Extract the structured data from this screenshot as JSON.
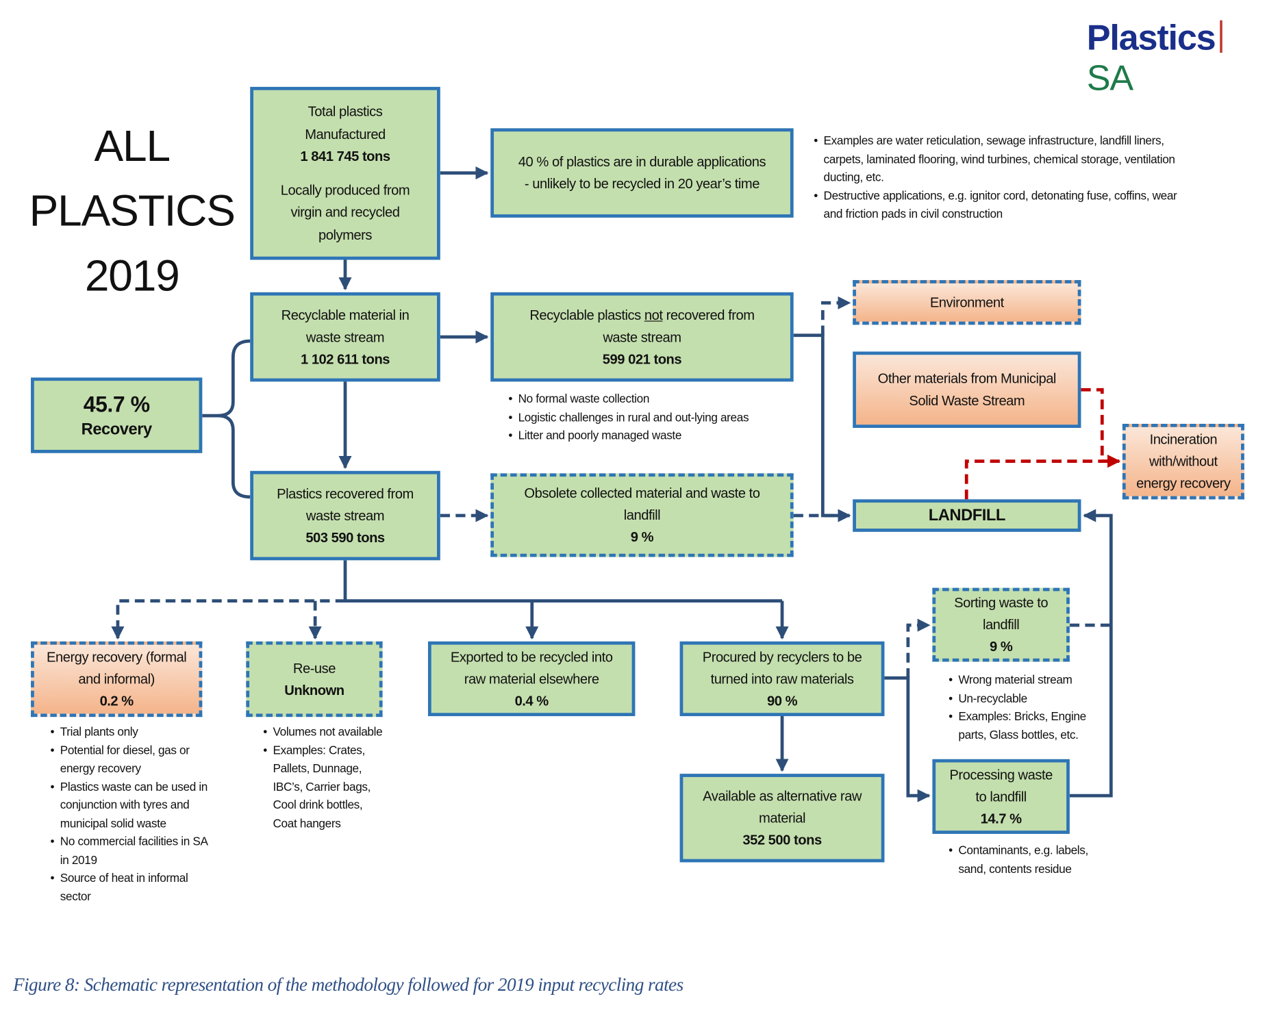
{
  "logo": {
    "brand": "Plastics",
    "suffix": "SA",
    "colors": {
      "brand": "#1a2f8a",
      "divider": "#c0392b",
      "suffix": "#1e7a4a"
    }
  },
  "title": "ALL\nPLASTICS\n2019",
  "boxes": {
    "total": {
      "text": "Total plastics\nManufactured",
      "value": "1 841 745 tons",
      "sub": "Locally produced from\nvirgin and recycled\npolymers"
    },
    "durable": {
      "text": "40 % of plastics are in durable applications\n-  unlikely to be recycled in 20 year’s time"
    },
    "recyclable": {
      "text": "Recyclable material in\nwaste stream",
      "value": "1 102 611 tons"
    },
    "not_recovered": {
      "pre": "Recyclable plastics ",
      "underlined": "not",
      "post": " recovered from\nwaste stream",
      "value": "599 021 tons"
    },
    "recovery": {
      "value": "45.7 %",
      "label": "Recovery"
    },
    "recovered": {
      "text": "Plastics recovered from\nwaste stream",
      "value": "503 590 tons"
    },
    "obsolete": {
      "text": "Obsolete collected material and waste to\nlandfill",
      "value": "9 %"
    },
    "environment": {
      "text": "Environment"
    },
    "other_msw": {
      "text": "Other materials from Municipal\nSolid Waste Stream"
    },
    "incineration": {
      "text": "Incineration\nwith/without\nenergy recovery"
    },
    "landfill": {
      "text": "LANDFILL"
    },
    "energy": {
      "text": "Energy recovery (formal\nand informal)",
      "value": "0.2 %"
    },
    "reuse": {
      "text": "Re-use",
      "value": "Unknown"
    },
    "exported": {
      "text": "Exported to be recycled into\nraw material elsewhere",
      "value": "0.4 %"
    },
    "procured": {
      "text": "Procured by recyclers to be\nturned into raw materials",
      "value": "90 %"
    },
    "available": {
      "text": "Available as alternative raw\nmaterial",
      "value": "352 500 tons"
    },
    "sorting": {
      "text": "Sorting waste to\nlandfill",
      "value": "9 %"
    },
    "processing": {
      "text": "Processing waste\nto landfill",
      "value": "14.7 %"
    }
  },
  "notes": {
    "durable": [
      "Examples are water reticulation, sewage infrastructure, landfill liners, carpets, laminated flooring, wind turbines, chemical storage, ventilation ducting, etc.",
      "Destructive applications, e.g. ignitor cord, detonating fuse, coffins, wear and friction pads in civil construction"
    ],
    "not_recovered": [
      "No formal waste collection",
      "Logistic challenges in rural and out-lying areas",
      "Litter and poorly managed waste"
    ],
    "energy": [
      "Trial plants only",
      "Potential for diesel, gas or energy recovery",
      "Plastics waste can be used in conjunction with tyres and municipal solid waste",
      "No commercial facilities in SA in 2019",
      "Source of heat in informal sector"
    ],
    "reuse": [
      "Volumes not available",
      "Examples:  Crates, Pallets, Dunnage, IBC’s, Carrier bags, Cool drink bottles, Coat hangers"
    ],
    "sorting": [
      "Wrong material stream",
      "Un-recyclable",
      "Examples:  Bricks, Engine parts, Glass bottles, etc."
    ],
    "processing": [
      "Contaminants, e.g. labels, sand, contents residue"
    ]
  },
  "caption": "Figure 8:   Schematic representation of the methodology followed for 2019 input recycling rates",
  "colors": {
    "box_green": "#c4dfae",
    "box_border": "#2e75b6",
    "box_orange": "#f4b48a",
    "arrow": "#2d4e78",
    "arrow_red": "#c00000"
  }
}
